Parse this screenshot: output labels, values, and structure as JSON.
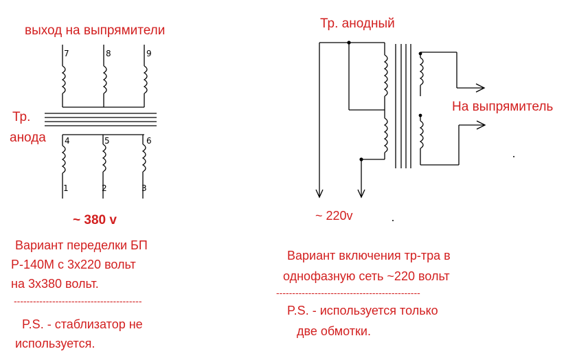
{
  "left": {
    "title": "выход на выпрямители",
    "tr_label_1": "Тр.",
    "tr_label_2": "анода",
    "terminals_top": [
      "7",
      "8",
      "9"
    ],
    "terminals_mid": [
      "4",
      "5",
      "6"
    ],
    "terminals_bottom": [
      "1",
      "2",
      "3"
    ],
    "voltage": "~ 380 v",
    "desc_1": "Вариант переделки БП",
    "desc_2": "Р-140М  с 3х220 вольт",
    "desc_3": "на 3х380 вольт.",
    "separator": "----------------------------------------",
    "note_1": "P.S. - стаблизатор не",
    "note_2": "используется."
  },
  "right": {
    "title": "Тр. анодный",
    "output_label": "На выпрямитель",
    "voltage": "~ 220v",
    "desc_1": "Вариант включения тр-тра в",
    "desc_2": "однофазную сеть ~220 вольт",
    "separator": "---------------------------------------------",
    "note_1": "P.S. - используется только",
    "note_2": "две обмотки."
  },
  "colors": {
    "text_red": "#d21f1f",
    "line": "#000000"
  }
}
